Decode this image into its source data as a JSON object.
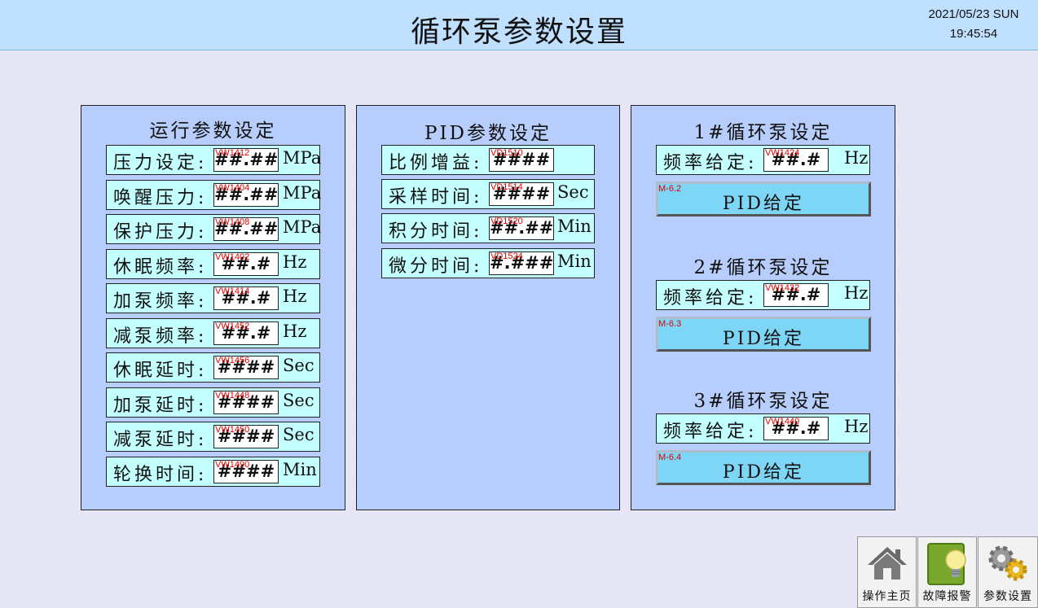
{
  "header": {
    "title": "循环泵参数设置",
    "date": "2021/05/23 SUN",
    "time": "19:45:54"
  },
  "run_panel": {
    "title": "运行参数设定",
    "rows": [
      {
        "label": "压力设定:",
        "value": "##.##",
        "tag": "VW1412",
        "unit": "MPa"
      },
      {
        "label": "唤醒压力:",
        "value": "##.##",
        "tag": "VW1404",
        "unit": "MPa"
      },
      {
        "label": "保护压力:",
        "value": "##.##",
        "tag": "VW1408",
        "unit": "MPa"
      },
      {
        "label": "休眠频率:",
        "value": "##.#",
        "tag": "VW1402",
        "unit": "Hz"
      },
      {
        "label": "加泵频率:",
        "value": "##.#",
        "tag": "VW1414",
        "unit": "Hz"
      },
      {
        "label": "减泵频率:",
        "value": "##.#",
        "tag": "VW1452",
        "unit": "Hz"
      },
      {
        "label": "休眠延时:",
        "value": "####",
        "tag": "VW1456",
        "unit": "Sec"
      },
      {
        "label": "加泵延时:",
        "value": "####",
        "tag": "VW1448",
        "unit": "Sec"
      },
      {
        "label": "减泵延时:",
        "value": "####",
        "tag": "VW1450",
        "unit": "Sec"
      },
      {
        "label": "轮换时间:",
        "value": "####",
        "tag": "VW1490",
        "unit": "Min"
      }
    ]
  },
  "pid_panel": {
    "title": "PID参数设定",
    "rows": [
      {
        "label": "比例增益:",
        "value": "####",
        "tag": "VD1510",
        "unit": ""
      },
      {
        "label": "采样时间:",
        "value": "####",
        "tag": "VD1514",
        "unit": "Sec"
      },
      {
        "label": "积分时间:",
        "value": "##.##",
        "tag": "VD1520",
        "unit": "Min"
      },
      {
        "label": "微分时间:",
        "value": "#.###",
        "tag": "VD1524",
        "unit": "Min"
      }
    ]
  },
  "pump_panel": {
    "pumps": [
      {
        "title": "1#循环泵设定",
        "label": "频率给定:",
        "value": "##.#",
        "tag": "VW1424",
        "unit": "Hz",
        "button": "PID给定",
        "button_tag": "M-6.2"
      },
      {
        "title": "2#循环泵设定",
        "label": "频率给定:",
        "value": "##.#",
        "tag": "VW1432",
        "unit": "Hz",
        "button": "PID给定",
        "button_tag": "M-6.3"
      },
      {
        "title": "3#循环泵设定",
        "label": "频率给定:",
        "value": "##.#",
        "tag": "VW1440",
        "unit": "Hz",
        "button": "PID给定",
        "button_tag": "M-6.4"
      }
    ]
  },
  "nav": {
    "home": "操作主页",
    "alarm": "故障报警",
    "settings": "参数设置"
  },
  "icons": {
    "home": "home-icon",
    "alarm": "lightbulb-icon",
    "settings": "gears-icon"
  }
}
